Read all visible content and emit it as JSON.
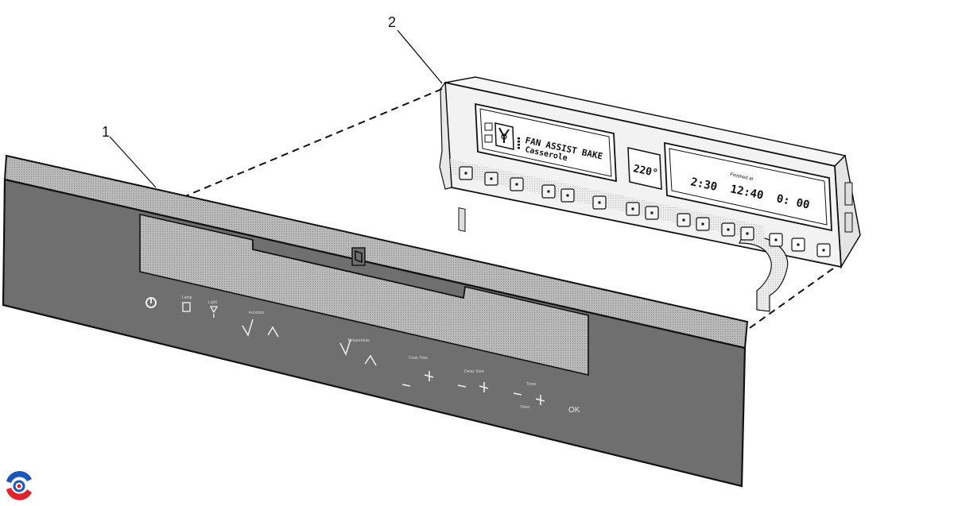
{
  "callouts": {
    "front_panel": "1",
    "control_module": "2"
  },
  "display": {
    "mode_line1": "FAN ASSIST BAKE",
    "mode_line2": "Casserole",
    "temperature": "220°",
    "time_left": "2:30",
    "time_mid_label": "Finished at",
    "time_mid": "12:40",
    "time_right": "0: 00"
  },
  "panel_labels": {
    "lamp": "Lamp",
    "light": "Light",
    "function": "Function",
    "temperature": "Temperature",
    "cook_time": "Cook Time",
    "delay_start": "Delay Start",
    "timer": "Timer",
    "ok": "OK"
  },
  "colors": {
    "panel_fill": "#6f6f6f",
    "panel_edge": "#111111",
    "trim_strip": "#bcbcbc",
    "module_fill": "#f2f2f2",
    "display_fill": "#ffffff",
    "logo_blue": "#1b57b8",
    "logo_red": "#e2232a"
  }
}
